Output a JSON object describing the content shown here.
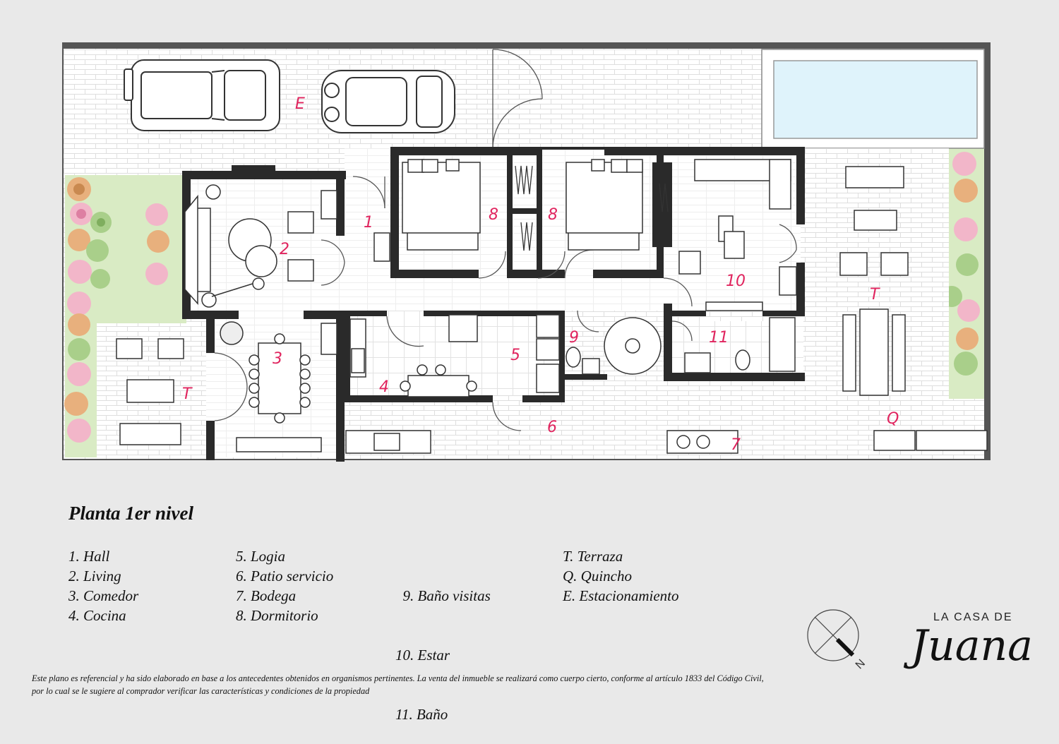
{
  "plan_title": "Planta 1er nivel",
  "room_labels": {
    "hall": "1",
    "living": "2",
    "comedor": "3",
    "cocina": "4",
    "logia": "5",
    "patio_servicio": "6",
    "bodega": "7",
    "dormitorio_a": "8",
    "dormitorio_b": "8",
    "bano_visitas": "9",
    "estar": "10",
    "bano": "11",
    "terraza_left": "T",
    "terraza_right": "T",
    "quincho": "Q",
    "estacionamiento": "E"
  },
  "legend": {
    "col1": [
      "1.  Hall",
      "2.  Living",
      "3.  Comedor",
      "4.  Cocina"
    ],
    "col2": [
      "5. Logia",
      "6. Patio servicio",
      "7. Bodega",
      "8. Dormitorio"
    ],
    "col3": [
      "  9. Baño visitas",
      "10. Estar",
      "11. Baño"
    ],
    "col4": [
      "T. Terraza",
      "Q. Quincho",
      "E. Estacionamiento"
    ]
  },
  "compass_letter": "N",
  "logo": {
    "top_text": "LA CASA DE",
    "script_text": "Juana"
  },
  "disclaimer": "Este plano es referencial y ha sido elaborado en base a los antecedentes obtenidos en organismos pertinentes.  La venta del inmueble se realizará como cuerpo cierto, conforme al artículo 1833 del Código Civil, por lo cual se le sugiere al comprador verificar las características y condiciones de la propiedad",
  "colors": {
    "wall": "#2a2a2a",
    "label": "#e0245e",
    "garden": "#d9ebc4",
    "pool": "#dff3fb",
    "floor": "#ffffff"
  }
}
